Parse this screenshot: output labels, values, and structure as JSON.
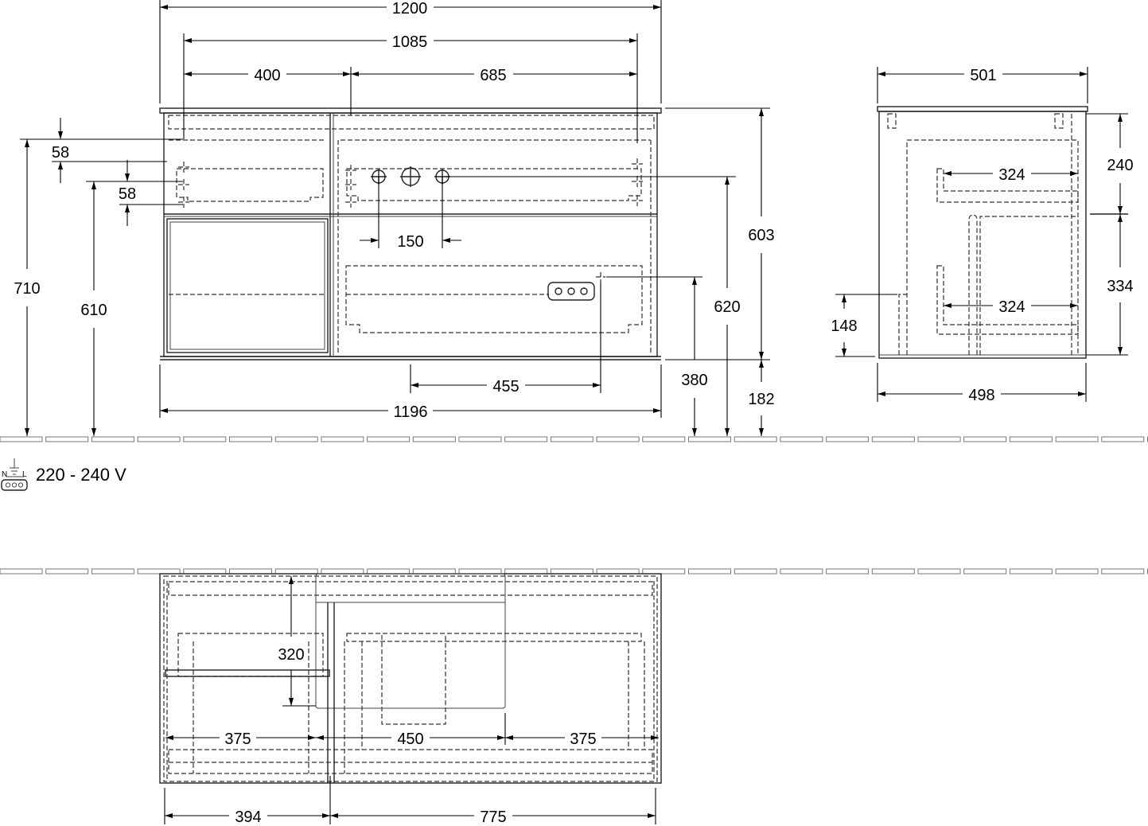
{
  "front_view": {
    "width_overall": "1200",
    "width_inner": "1085",
    "section_left": "400",
    "section_right": "685",
    "drawer_offset_top": "58",
    "drawer_offset_second": "58",
    "height_710": "710",
    "height_610": "610",
    "height_603": "603",
    "height_620": "620",
    "height_380": "380",
    "height_182": "182",
    "pipe_spacing": "150",
    "socket_offset": "455",
    "width_bottom": "1196"
  },
  "side_view": {
    "depth_top": "501",
    "depth_bottom": "498",
    "drawer_depth_upper": "324",
    "drawer_depth_lower": "324",
    "height_240": "240",
    "height_334": "334",
    "height_148": "148"
  },
  "top_view": {
    "depth_320": "320",
    "span_left": "375",
    "span_center": "450",
    "span_right": "375",
    "width_left": "394",
    "width_right": "775"
  },
  "legend": {
    "power_label": "220 - 240 V",
    "n_label": "N",
    "l_label": "L",
    "icon": "socket-icon"
  }
}
